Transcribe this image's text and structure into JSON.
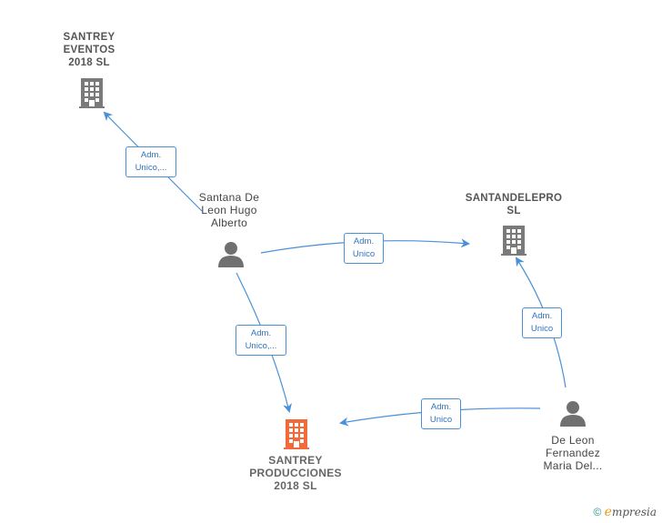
{
  "colors": {
    "company_gray": "#7a7a7a",
    "company_target": "#f26a3a",
    "person_gray": "#707070",
    "edge_blue": "#4a90d9"
  },
  "nodes": {
    "santrey_eventos": {
      "label": "SANTREY\nEVENTOS\n2018  SL",
      "icon": "building-icon"
    },
    "santandelepro": {
      "label": "SANTANDELEPRO\nSL",
      "icon": "building-icon"
    },
    "santrey_producciones": {
      "label": "SANTREY\nPRODUCCIONES\n2018  SL",
      "icon": "building-icon"
    },
    "santana": {
      "label": "Santana De\nLeon Hugo\nAlberto",
      "icon": "person-icon"
    },
    "de_leon": {
      "label": "De Leon\nFernandez\nMaria Del...",
      "icon": "person-icon"
    }
  },
  "edges": {
    "santana_to_eventos": "Adm.\nUnico,...",
    "santana_to_santandelepro": "Adm.\nUnico",
    "santana_to_producciones": "Adm.\nUnico,...",
    "deleon_to_santandelepro": "Adm.\nUnico",
    "deleon_to_producciones": "Adm.\nUnico"
  },
  "footer": {
    "copyright_symbol": "©",
    "brand_initial": "e",
    "brand_rest": "mpresia"
  }
}
